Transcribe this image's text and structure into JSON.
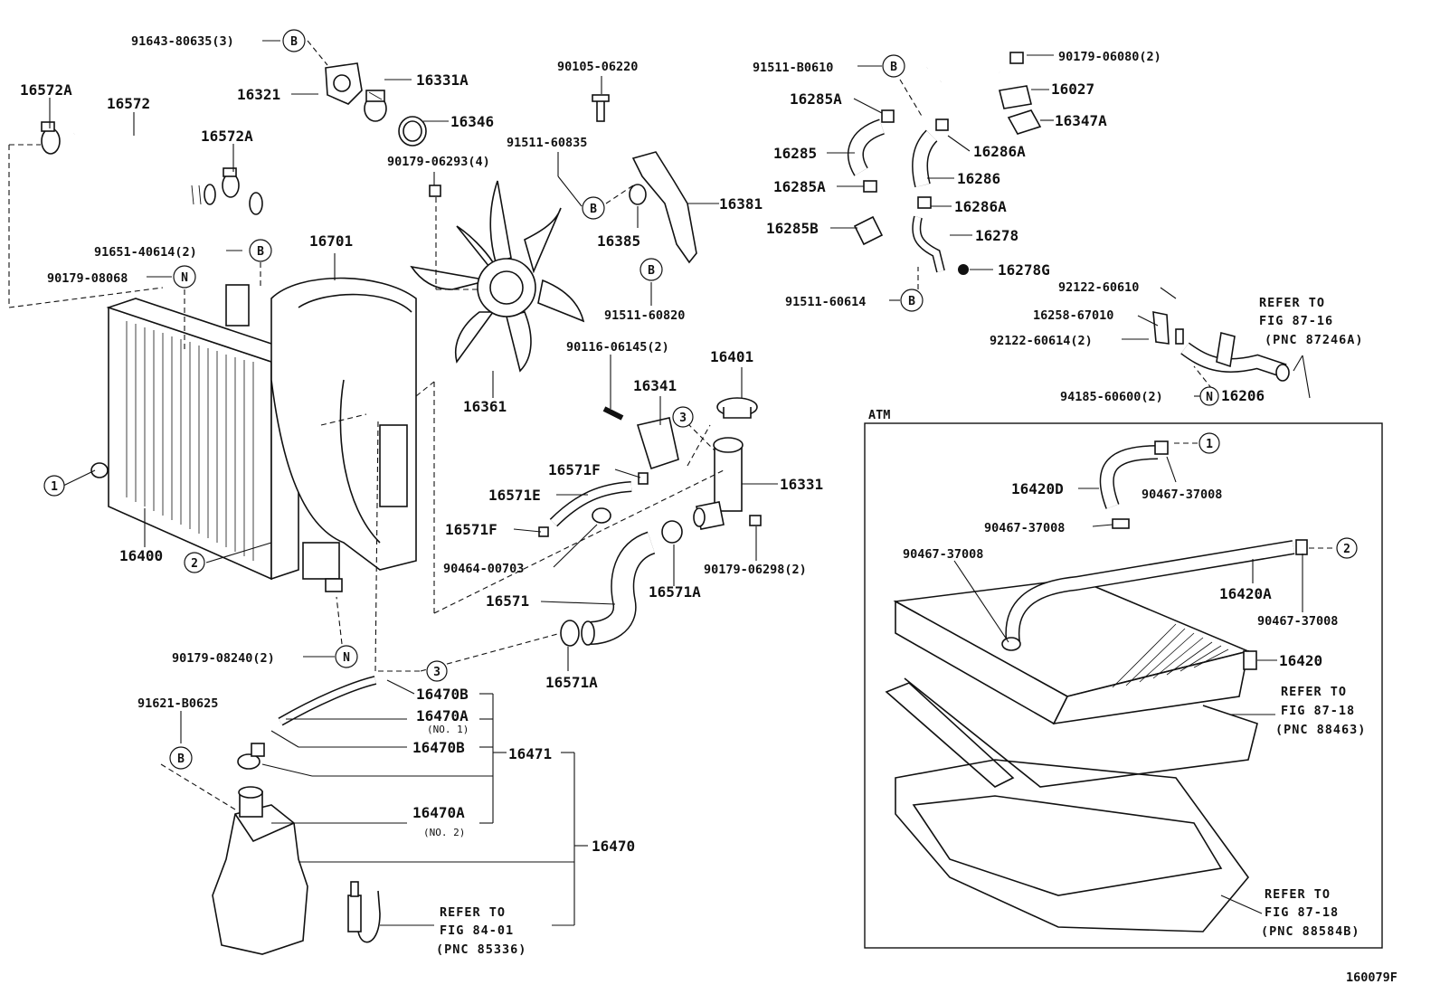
{
  "diagram_id": "160079F",
  "inset_label": "ATM",
  "circle_markers": {
    "b": "B",
    "n": "N",
    "one": "1",
    "two": "2",
    "three": "3"
  },
  "labels": {
    "p91643_80635": "91643-80635(3)",
    "p16572A_a": "16572A",
    "p16572": "16572",
    "p16321": "16321",
    "p16331A": "16331A",
    "p16346": "16346",
    "p16572A_b": "16572A",
    "p90179_06293": "90179-06293(4)",
    "p90105_06220": "90105-06220",
    "p91511_60835": "91511-60835",
    "p16381": "16381",
    "p16385": "16385",
    "p91511_60820": "91511-60820",
    "p91651_40614": "91651-40614(2)",
    "p90179_08068": "90179-08068",
    "p16701": "16701",
    "p16361": "16361",
    "p90116_06145": "90116-06145(2)",
    "p16341": "16341",
    "p16401": "16401",
    "p16400": "16400",
    "p16571F_a": "16571F",
    "p16571E": "16571E",
    "p16571F_b": "16571F",
    "p16331": "16331",
    "p90464_00703": "90464-00703",
    "p90179_06298": "90179-06298(2)",
    "p16571": "16571",
    "p16571A_a": "16571A",
    "p16571A_b": "16571A",
    "p90179_08240": "90179-08240(2)",
    "p16470B_a": "16470B",
    "p16470A_1": "16470A",
    "no1": "(NO. 1)",
    "p16470B_b": "16470B",
    "p16471": "16471",
    "p91621_B0625": "91621-B0625",
    "p16470A_2": "16470A",
    "no2": "(NO. 2)",
    "p16470": "16470",
    "p91511_B0610": "91511-B0610",
    "p90179_06080": "90179-06080(2)",
    "p16285A_a": "16285A",
    "p16027": "16027",
    "p16347A": "16347A",
    "p16285": "16285",
    "p16286A_a": "16286A",
    "p16286": "16286",
    "p16285A_b": "16285A",
    "p16286A_b": "16286A",
    "p16285B": "16285B",
    "p16278": "16278",
    "p16278G": "16278G",
    "p91511_60614": "91511-60614",
    "p92122_60610": "92122-60610",
    "p16258_67010": "16258-67010",
    "p92122_60614": "92122-60614(2)",
    "p94185_60600": "94185-60600(2)",
    "p16206": "16206",
    "p16420D": "16420D",
    "p90467_37008_a": "90467-37008",
    "p90467_37008_b": "90467-37008",
    "p90467_37008_c": "90467-37008",
    "p90467_37008_d": "90467-37008",
    "p16420A": "16420A",
    "p16420": "16420"
  },
  "references": {
    "refer_to": "REFER TO",
    "fig_87_16": "FIG 87-16",
    "pnc_87246A": "(PNC 87246A)",
    "fig_87_18_a": "FIG 87-18",
    "pnc_88463": "(PNC 88463)",
    "fig_87_18_b": "FIG 87-18",
    "pnc_88584B": "(PNC 88584B)",
    "fig_84_01": "FIG 84-01",
    "pnc_85336": "(PNC 85336)"
  }
}
